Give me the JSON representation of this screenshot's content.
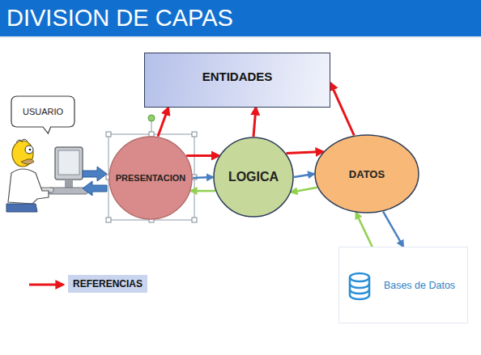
{
  "diagram": {
    "title": "DIVISION DE CAPAS",
    "nodes": [
      {
        "text": [
          "ENTIDADES"
        ]
      },
      {
        "text": [
          "USUARIO"
        ]
      },
      {
        "text": [
          "PRESENTACION"
        ]
      },
      {
        "text": [
          "LOGICA"
        ]
      },
      {
        "text": [
          "DATOS"
        ]
      },
      {
        "text": [
          "Bases de Datos"
        ]
      }
    ],
    "edges": [
      {
        "from": 2,
        "to": 0,
        "arrow": "to"
      },
      {
        "from": 2,
        "to": 3,
        "arrow": "to"
      },
      {
        "from": 3,
        "to": 0,
        "arrow": "to"
      },
      {
        "from": 3,
        "to": 4,
        "arrow": "to"
      },
      {
        "from": 4,
        "to": 0,
        "arrow": "to"
      },
      {
        "from": 2,
        "to": 3,
        "arrow": "to"
      },
      {
        "from": 3,
        "to": 2,
        "arrow": "to"
      },
      {
        "from": 3,
        "to": 4,
        "arrow": "to"
      },
      {
        "from": 4,
        "to": 3,
        "arrow": "to"
      },
      {
        "from": 4,
        "to": 5,
        "arrow": "to"
      },
      {
        "from": 5,
        "to": 4,
        "arrow": "to"
      }
    ],
    "legend": [
      {
        "text": "REFERENCIAS"
      }
    ]
  }
}
